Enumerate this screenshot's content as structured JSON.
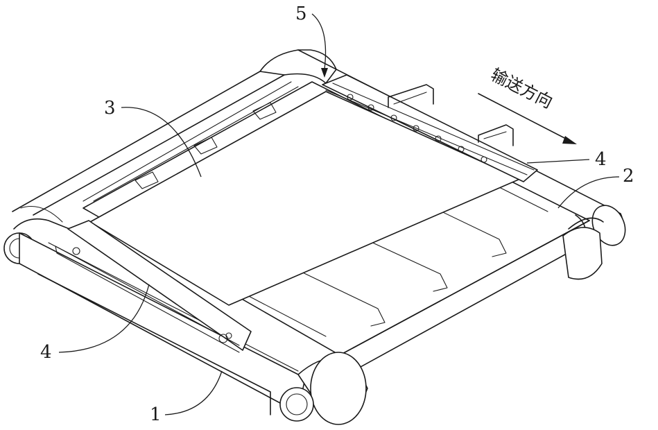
{
  "figure": {
    "direction_text": "输送方向",
    "labels": {
      "frame": "1",
      "belt": "2",
      "material": "3",
      "guide_left": "4",
      "guide_right": "4",
      "sensor": "5"
    }
  }
}
